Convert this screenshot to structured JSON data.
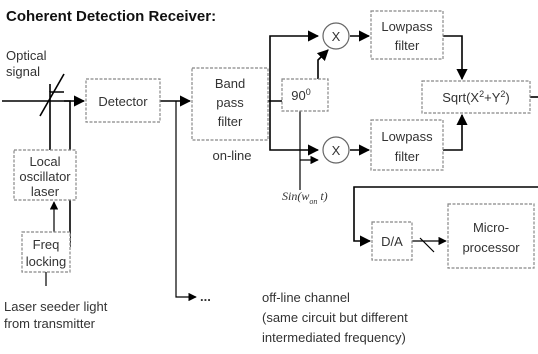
{
  "title": "Coherent Detection Receiver:",
  "input": {
    "line1": "Optical",
    "line2": "signal"
  },
  "detector": "Detector",
  "bandpass": {
    "line1": "Band",
    "line2": "pass",
    "line3": "filter",
    "sub": "on-line"
  },
  "local_osc": {
    "line1": "Local",
    "line2": "oscillator",
    "line3": "laser"
  },
  "freq_lock": {
    "line1": "Freq",
    "line2": "locking"
  },
  "seeder": {
    "line1": "Laser seeder light",
    "line2": "from transmitter"
  },
  "phase_shift": "90",
  "phase_shift_sup": "0",
  "mixer_symbol": "X",
  "lowpass": {
    "line1": "Lowpass",
    "line2": "filter"
  },
  "sqrt": {
    "pre": "Sqrt(X",
    "sup": "2",
    "mid": "+Y",
    "sup2": "2",
    "post": ")"
  },
  "sin": {
    "pre": "Sin(w",
    "sub": "on",
    "post": " t)"
  },
  "da": "D/A",
  "micro": {
    "line1": "Micro-",
    "line2": "processor"
  },
  "ellipsis": "...",
  "offline": {
    "line1": "off-line channel",
    "line2": "(same circuit but different",
    "line3": "intermediated frequency)"
  }
}
